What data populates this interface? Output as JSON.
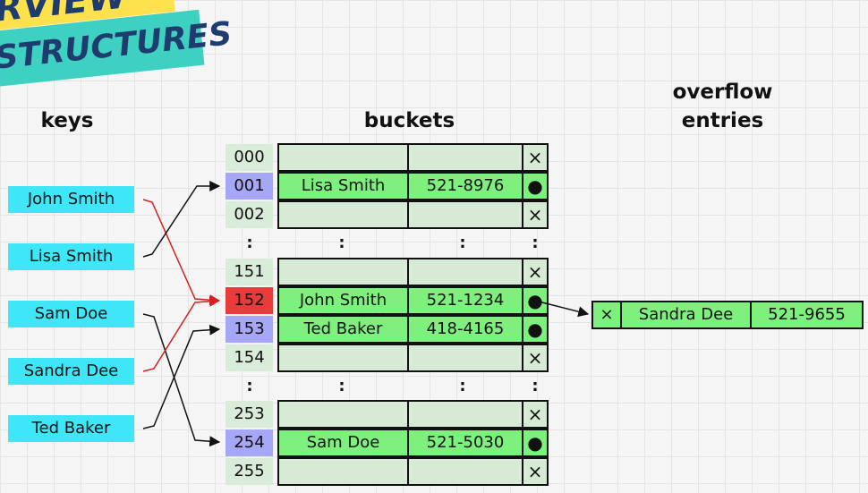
{
  "banner": {
    "line1": "RVIEW",
    "line2": "STRUCTURES",
    "color_top": "#ffe14d",
    "color_bottom": "#3ed1c2"
  },
  "headers": {
    "keys": "keys",
    "buckets": "buckets",
    "overflow_line1": "overflow",
    "overflow_line2": "entries"
  },
  "keys": [
    "John Smith",
    "Lisa Smith",
    "Sam Doe",
    "Sandra Dee",
    "Ted Baker"
  ],
  "buckets": [
    {
      "index": "000",
      "name": "",
      "number": "",
      "ptr": "×"
    },
    {
      "index": "001",
      "name": "Lisa Smith",
      "number": "521-8976",
      "ptr": "●"
    },
    {
      "index": "002",
      "name": "",
      "number": "",
      "ptr": "×"
    },
    {
      "index": "151",
      "name": "",
      "number": "",
      "ptr": "×"
    },
    {
      "index": "152",
      "name": "John Smith",
      "number": "521-1234",
      "ptr": "●"
    },
    {
      "index": "153",
      "name": "Ted Baker",
      "number": "418-4165",
      "ptr": "●"
    },
    {
      "index": "154",
      "name": "",
      "number": "",
      "ptr": "×"
    },
    {
      "index": "253",
      "name": "",
      "number": "",
      "ptr": "×"
    },
    {
      "index": "254",
      "name": "Sam Doe",
      "number": "521-5030",
      "ptr": "●"
    },
    {
      "index": "255",
      "name": "",
      "number": "",
      "ptr": "×"
    }
  ],
  "ellipsis": ":",
  "overflow": {
    "ptr": "×",
    "name": "Sandra Dee",
    "number": "521-9655"
  },
  "colors": {
    "key_bg": "#3fe6f7",
    "filled_bucket": "#7ef07e",
    "empty_bucket": "#d6ead6",
    "index_purple": "#a7a7f7",
    "index_collision": "#e83b3b",
    "collision_arrow": "#d42020"
  }
}
